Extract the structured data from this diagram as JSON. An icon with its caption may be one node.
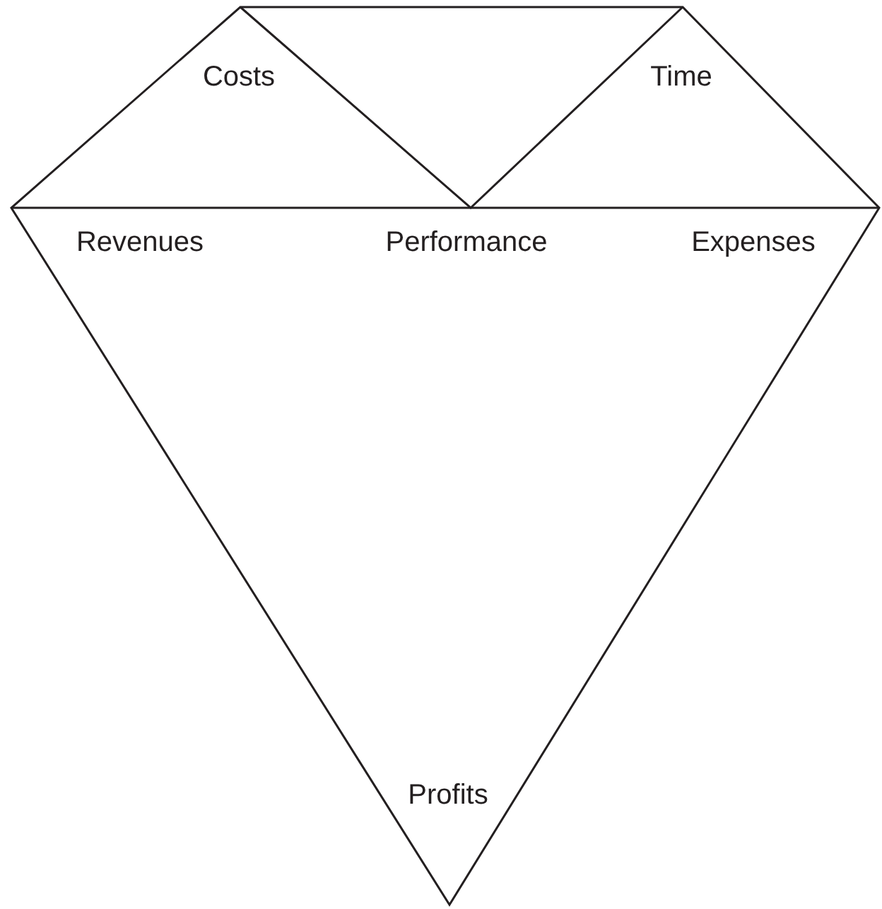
{
  "diagram": {
    "labels": [
      "Costs",
      "Time",
      "Revenues",
      "Performance",
      "Expenses",
      "Profits"
    ]
  }
}
